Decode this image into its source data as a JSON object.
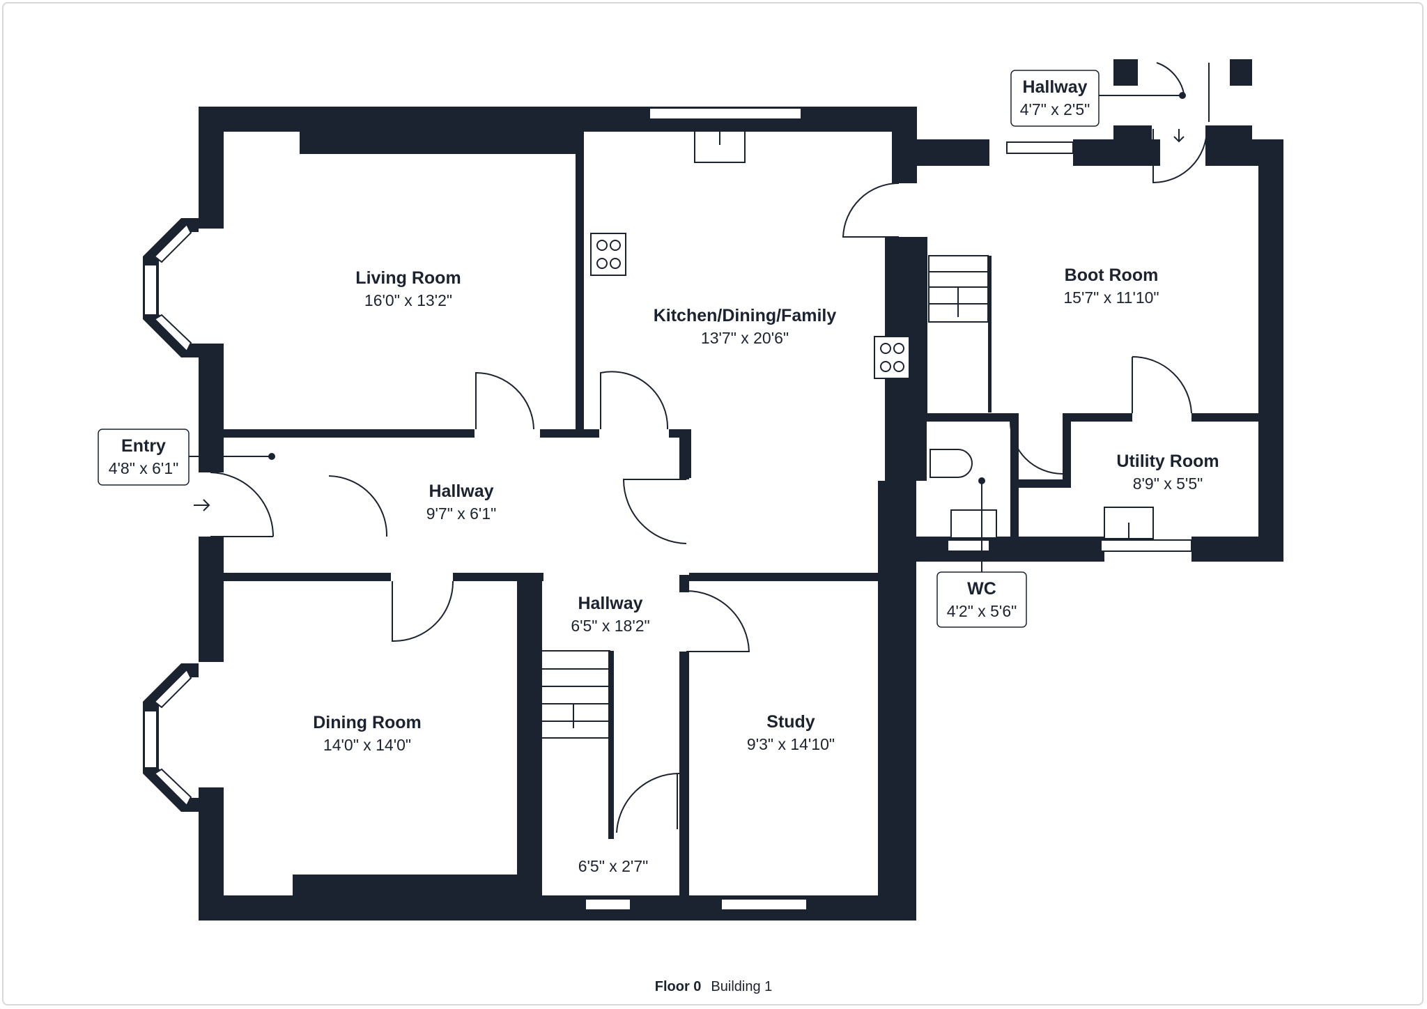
{
  "rooms": {
    "living_room": {
      "name": "Living Room",
      "dim": "16'0\" x 13'2\""
    },
    "kitchen": {
      "name": "Kitchen/Dining/Family",
      "dim": "13'7\" x 20'6\""
    },
    "boot_room": {
      "name": "Boot Room",
      "dim": "15'7\" x 11'10\""
    },
    "utility_room": {
      "name": "Utility Room",
      "dim": "8'9\" x 5'5\""
    },
    "hallway_main": {
      "name": "Hallway",
      "dim": "9'7\" x 6'1\""
    },
    "hallway_long": {
      "name": "Hallway",
      "dim": "6'5\" x 18'2\""
    },
    "hallway_small_dim": "6'5\" x 2'7\"",
    "dining_room": {
      "name": "Dining Room",
      "dim": "14'0\" x 14'0\""
    },
    "study": {
      "name": "Study",
      "dim": "9'3\" x 14'10\""
    }
  },
  "tags": {
    "entry": {
      "name": "Entry",
      "dim": "4'8\" x 6'1\""
    },
    "hallway_top": {
      "name": "Hallway",
      "dim": "4'7\" x 2'5\""
    },
    "wc": {
      "name": "WC",
      "dim": "4'2\" x 5'6\""
    }
  },
  "footer": {
    "floor": "Floor 0",
    "building": "Building 1"
  },
  "colors": {
    "wall": "#1c2330",
    "background": "#ffffff",
    "frame": "#d6d8db"
  }
}
